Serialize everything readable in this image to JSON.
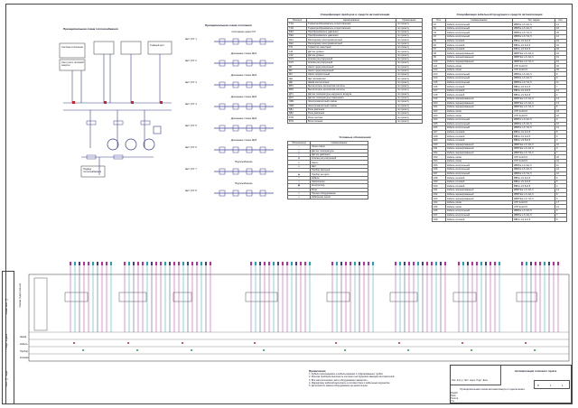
{
  "schemes": {
    "power_title": "Принципиальная схема теплоснабжения",
    "power_labels": [
      "Система отопления",
      "Узел учета тепловой энергии",
      "Главный щит",
      "Подвод теплоснабжения"
    ],
    "dist_title": "Принципиальная схема отопления",
    "dist_items": [
      {
        "label": "Системная схема УСГ",
        "tag": "Щит УСГ 1"
      },
      {
        "label": "Дренажные схемы ЩК1",
        "tag": "Щит УСГ 2"
      },
      {
        "label": "Дренажные схемы ЩК2",
        "tag": "Щит УСГ 3"
      },
      {
        "label": "Дренажные схемы ЩК3",
        "tag": "Щит УСГ 4"
      },
      {
        "label": "Дренажные схемы ЩК4",
        "tag": "Щит УСГ 5"
      },
      {
        "label": "Дренажные схемы ЩК5",
        "tag": "Щит УСГ 6"
      },
      {
        "label": "Водоснабжение",
        "tag": "Щит УСГ 7"
      },
      {
        "label": "Водоснабжение",
        "tag": "Щит УСГ 8"
      }
    ]
  },
  "eq_table": {
    "title": "Спецификация приборов и средств автоматизации",
    "headers": [
      "Позиция",
      "Наименование",
      "Примечание"
    ],
    "rows": [
      [
        "ТЭ1",
        "Термопреобразователь сопротивления",
        "по проекту"
      ],
      [
        "ТЭ2",
        "Термопреобразователь сопротивления",
        "по проекту"
      ],
      [
        "РЕ1",
        "Преобразователь давления",
        "по проекту"
      ],
      [
        "РЕ2",
        "Преобразователь давления",
        "по проекту"
      ],
      [
        "FE1",
        "Расходомер электромагнитный",
        "по проекту"
      ],
      [
        "FE2",
        "Расходомер электромагнитный",
        "по проекту"
      ],
      [
        "TIS",
        "Термостат защитный",
        "по проекту"
      ],
      [
        "LS1",
        "Датчик уровня",
        "по проекту"
      ],
      [
        "LS2",
        "Датчик уровня",
        "по проекту"
      ],
      [
        "KV1",
        "Клапан регулирующий",
        "по проекту"
      ],
      [
        "KV2",
        "Клапан регулирующий",
        "по проекту"
      ],
      [
        "M1",
        "Насос циркуляционный",
        "по проекту"
      ],
      [
        "M2",
        "Насос циркуляционный",
        "по проекту"
      ],
      [
        "M3",
        "Насос подпиточный",
        "по проекту"
      ],
      [
        "ЩА",
        "Щит автоматики",
        "по проекту"
      ],
      [
        "ЩК",
        "Шкаф контроллера",
        "по проекту"
      ],
      [
        "ВР1",
        "Вычислитель количества теплоты",
        "по проекту"
      ],
      [
        "ВР2",
        "Вычислитель количества теплоты",
        "по проекту"
      ],
      [
        "ДТ1",
        "Датчик температуры наружного воздуха",
        "по проекту"
      ],
      [
        "ДТ2",
        "Датчик температуры помещения",
        "по проекту"
      ],
      [
        "ЭМ1",
        "Электромагнитный клапан",
        "по проекту"
      ],
      [
        "ЭМ2",
        "Электромагнитный клапан",
        "по проекту"
      ],
      [
        "РД1",
        "Реле давления",
        "по проекту"
      ],
      [
        "РД2",
        "Реле давления",
        "по проекту"
      ],
      [
        "РП1",
        "Реле протока",
        "по проекту"
      ],
      [
        "БП1",
        "Блок питания",
        "по проекту"
      ]
    ]
  },
  "legend": {
    "title": "Условные обозначения",
    "headers": [
      "Обозначение",
      "Наименование"
    ],
    "rows": [
      "Линия связи",
      "Датчик температуры",
      "Датчик давления",
      "Клапан регулирующий",
      "Насос",
      "Щит",
      "Прибор местный",
      "Прибор на щите",
      "Кабель",
      "Заземление",
      "Контроллер",
      "Реле",
      "Прочее оборудование",
      "Кабельная линия"
    ]
  },
  "cable_table": {
    "title": "Спецификация кабельной продукции и средств автоматизации",
    "headers": [
      "Поз.",
      "Наименование",
      "Тип, марка",
      "Кол."
    ],
    "rows": [
      [
        "К1",
        "Кабель контрольный",
        "КВВГнг-LS 4х1,5",
        "12"
      ],
      [
        "К2",
        "Кабель контрольный",
        "КВВГнг-LS 4х1,5",
        "18"
      ],
      [
        "К3",
        "Кабель контрольный",
        "КВВГнг-LS 7х1,5",
        "25"
      ],
      [
        "К4",
        "Кабель контрольный",
        "КВВГнг-LS 7х1,5",
        "14"
      ],
      [
        "К5",
        "Кабель силовой",
        "ВВГнг-LS 3х1,5",
        "20"
      ],
      [
        "К6",
        "Кабель силовой",
        "ВВГнг-LS 3х2,5",
        "16"
      ],
      [
        "К7",
        "Кабель силовой",
        "ВВГнг-LS 5х2,5",
        "30"
      ],
      [
        "К8",
        "Кабель экранированный",
        "КВВГЭнг-LS 4х1,0",
        "22"
      ],
      [
        "К9",
        "Кабель экранированный",
        "КВВГЭнг-LS 4х1,0",
        "15"
      ],
      [
        "К10",
        "Кабель экранированный",
        "КВВГЭнг-LS 7х1,0",
        "10"
      ],
      [
        "К11",
        "Кабель связи",
        "UTP 4х2х0,5",
        "40"
      ],
      [
        "К12",
        "Кабель связи",
        "UTP 4х2х0,5",
        "35"
      ],
      [
        "К13",
        "Кабель контрольный",
        "КВВГнг-LS 4х1,5",
        "8"
      ],
      [
        "К14",
        "Кабель контрольный",
        "КВВГнг-LS 4х1,5",
        "9"
      ],
      [
        "К15",
        "Кабель контрольный",
        "КВВГнг-LS 7х1,5",
        "11"
      ],
      [
        "К16",
        "Кабель силовой",
        "ВВГнг-LS 3х1,5",
        "7"
      ],
      [
        "К17",
        "Кабель силовой",
        "ВВГнг-LS 3х2,5",
        "12"
      ],
      [
        "К18",
        "Кабель силовой",
        "ВВГнг-LS 5х2,5",
        "6"
      ],
      [
        "К19",
        "Кабель экранированный",
        "КВВГЭнг-LS 4х1,0",
        "14"
      ],
      [
        "К20",
        "Кабель экранированный",
        "КВВГЭнг-LS 4х1,0",
        "13"
      ],
      [
        "К21",
        "Кабель экранированный",
        "КВВГЭнг-LS 7х1,0",
        "5"
      ],
      [
        "К22",
        "Кабель связи",
        "UTP 4х2х0,5",
        "18"
      ],
      [
        "К23",
        "Кабель связи",
        "UTP 4х2х0,5",
        "20"
      ],
      [
        "К24",
        "Кабель контрольный",
        "КВВГнг-LS 4х1,5",
        "9"
      ],
      [
        "К25",
        "Кабель контрольный",
        "КВВГнг-LS 4х1,5",
        "10"
      ],
      [
        "К26",
        "Кабель контрольный",
        "КВВГнг-LS 7х1,5",
        "12"
      ],
      [
        "К27",
        "Кабель силовой",
        "ВВГнг-LS 3х1,5",
        "8"
      ],
      [
        "К28",
        "Кабель силовой",
        "ВВГнг-LS 3х2,5",
        "6"
      ],
      [
        "К29",
        "Кабель силовой",
        "ВВГнг-LS 5х2,5",
        "4"
      ],
      [
        "К30",
        "Кабель экранированный",
        "КВВГЭнг-LS 4х1,0",
        "16"
      ],
      [
        "К31",
        "Кабель экранированный",
        "КВВГЭнг-LS 4х1,0",
        "9"
      ],
      [
        "К32",
        "Кабель экранированный",
        "КВВГЭнг-LS 7х1,0",
        "7"
      ],
      [
        "К33",
        "Кабель связи",
        "UTP 4х2х0,5",
        "25"
      ],
      [
        "К34",
        "Кабель связи",
        "UTP 4х2х0,5",
        "22"
      ],
      [
        "К35",
        "Кабель контрольный",
        "КВВГнг-LS 4х1,5",
        "11"
      ],
      [
        "К36",
        "Кабель контрольный",
        "КВВГнг-LS 4х1,5",
        "12"
      ],
      [
        "К37",
        "Кабель контрольный",
        "КВВГнг-LS 7х1,5",
        "10"
      ],
      [
        "К38",
        "Кабель силовой",
        "ВВГнг-LS 3х1,5",
        "6"
      ],
      [
        "К39",
        "Кабель силовой",
        "ВВГнг-LS 3х2,5",
        "5"
      ],
      [
        "К40",
        "Кабель силовой",
        "ВВГнг-LS 5х2,5",
        "4"
      ],
      [
        "К41",
        "Кабель экранированный",
        "КВВГЭнг-LS 4х1,0",
        "14"
      ],
      [
        "К42",
        "Кабель экранированный",
        "КВВГЭнг-LS 4х1,0",
        "8"
      ],
      [
        "К43",
        "Кабель экранированный",
        "КВВГЭнг-LS 7х1,0",
        "6"
      ],
      [
        "К44",
        "Кабель связи",
        "UTP 4х2х0,5",
        "17"
      ],
      [
        "К45",
        "Кабель связи",
        "UTP 4х2х0,5",
        "21"
      ],
      [
        "К46",
        "Кабель контрольный",
        "КВВГнг-LS 4х1,5",
        "9"
      ],
      [
        "К47",
        "Кабель контрольный",
        "КВВГнг-LS 4х1,5",
        "7"
      ],
      [
        "К48",
        "Кабель силовой",
        "ВВГнг-LS 3х1,5",
        "5"
      ]
    ]
  },
  "connection": {
    "row_labels": [
      "Шкаф",
      "Кабель",
      "Прибор",
      "Клемма"
    ],
    "left_label": "Схема подключения"
  },
  "notes": {
    "title": "Примечания",
    "items": [
      "1. Кабели прокладывать в кабель-каналах и гофрированных трубах.",
      "2. Монтаж приборов выполнить согласно инструкциям заводов-изготовителей.",
      "3. Все металлические части оборудования заземлить.",
      "4. Маркировку кабелей выполнить в соответствии с кабельным журналом.",
      "5. Допускается замена оборудования на аналогичное."
    ]
  },
  "stamp": {
    "project": "Автоматизация теплового пункта",
    "sheet_title": "Принципиальная схема автоматизации и подключения",
    "stage": "Р",
    "sheet": "1",
    "sheets": "1",
    "rows": [
      "Изм.",
      "Кол.уч",
      "Лист",
      "№док.",
      "Подп.",
      "Дата"
    ],
    "roles": [
      "Разраб.",
      "Пров.",
      "Н.контр.",
      "Утв."
    ]
  },
  "side_labels": [
    "Инв. № подл.",
    "Подп. и дата",
    "Взам. инв. №"
  ],
  "colors": {
    "line": "#3a3f8f",
    "magenta": "#c02aa0",
    "cyan": "#1aa6b0",
    "red": "#d02030",
    "green": "#20a040"
  }
}
